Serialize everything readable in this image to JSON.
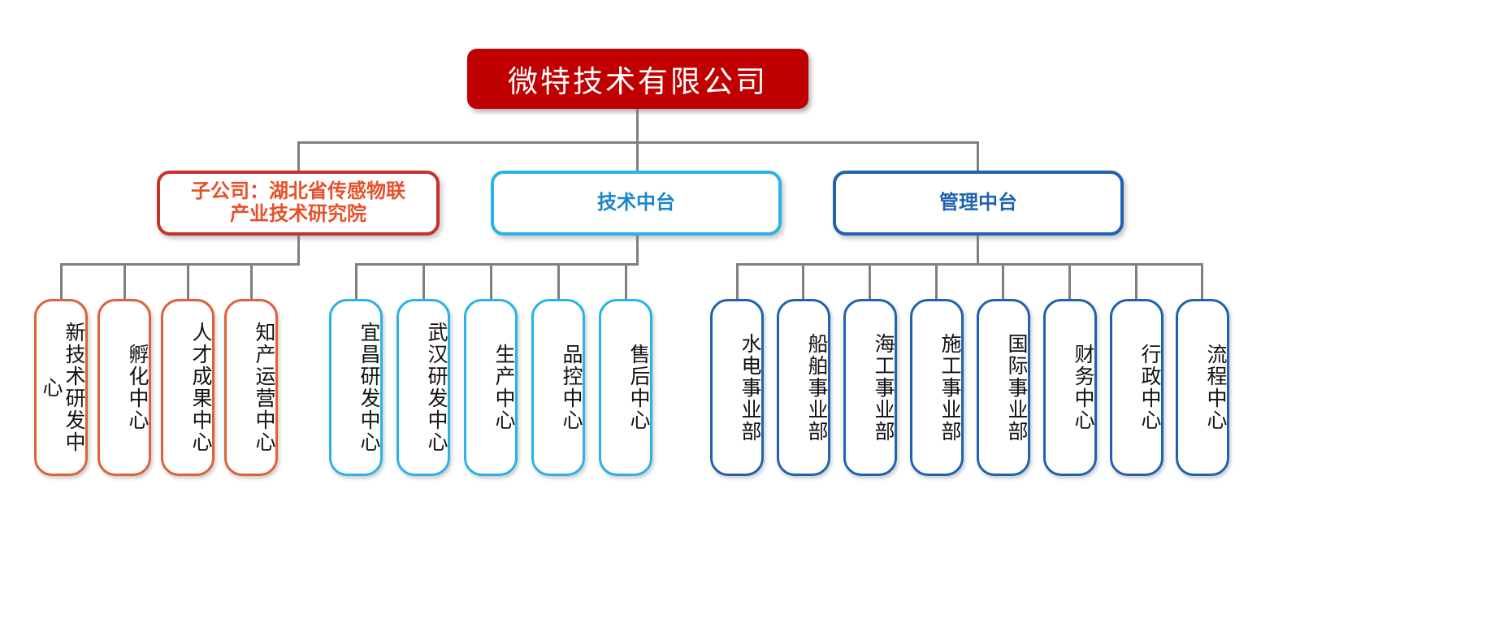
{
  "chart_data": {
    "type": "diagram",
    "title": "微特技术有限公司组织架构图",
    "orientation": "top-down",
    "levels": 3
  },
  "colors": {
    "root_fill": "#C00000",
    "root_text": "#FFFFFF",
    "orange_border": "#C9302A",
    "orange_text": "#E8502A",
    "orange_leaf_border": "#E0603A",
    "cyan_border": "#2BB2E8",
    "cyan_text": "#1B86C8",
    "blue_border": "#1F63B0",
    "blue_text": "#1F63B0",
    "connector": "#7F7F7F",
    "leaf_text": "#111111",
    "background": "#FFFFFF"
  },
  "root": {
    "label": "微特技术有限公司"
  },
  "branches": [
    {
      "id": "subsidiary",
      "theme": "orange",
      "label_line1": "子公司：湖北省传感物联",
      "label_line2": "产业技术研究院",
      "children": [
        {
          "label": "新技术研发中心"
        },
        {
          "label": "孵化中心"
        },
        {
          "label": "人才成果中心"
        },
        {
          "label": "知产运营中心"
        }
      ]
    },
    {
      "id": "tech-middle-platform",
      "theme": "cyan",
      "label_line1": "技术中台",
      "label_line2": "",
      "children": [
        {
          "label": "宜昌研发中心"
        },
        {
          "label": "武汉研发中心"
        },
        {
          "label": "生产中心"
        },
        {
          "label": "品控中心"
        },
        {
          "label": "售后中心"
        }
      ]
    },
    {
      "id": "management-middle-platform",
      "theme": "blue",
      "label_line1": "管理中台",
      "label_line2": "",
      "children": [
        {
          "label": "水电事业部"
        },
        {
          "label": "船舶事业部"
        },
        {
          "label": "海工事业部"
        },
        {
          "label": "施工事业部"
        },
        {
          "label": "国际事业部"
        },
        {
          "label": "财务中心"
        },
        {
          "label": "行政中心"
        },
        {
          "label": "流程中心"
        }
      ]
    }
  ]
}
